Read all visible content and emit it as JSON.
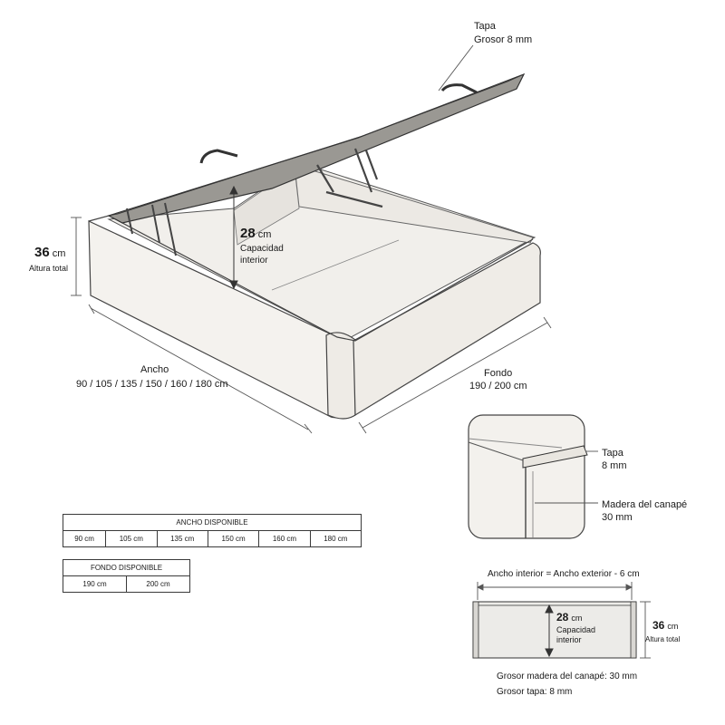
{
  "lid": {
    "title": "Tapa",
    "thickness": "Grosor 8 mm"
  },
  "height_total": {
    "value": "36",
    "unit": "cm",
    "label": "Altura total"
  },
  "capacity": {
    "value": "28",
    "unit": "cm",
    "label_line1": "Capacidad",
    "label_line2": "interior"
  },
  "width": {
    "title": "Ancho",
    "values": "90 / 105 / 135 / 150 / 160 / 180 cm"
  },
  "depth": {
    "title": "Fondo",
    "values": "190 / 200 cm"
  },
  "detail": {
    "lid_title": "Tapa",
    "lid_value": "8 mm",
    "wood_title": "Madera del canapé",
    "wood_value": "30 mm"
  },
  "width_table": {
    "header": "ANCHO DISPONIBLE",
    "values": [
      "90 cm",
      "105 cm",
      "135 cm",
      "150 cm",
      "160 cm",
      "180 cm"
    ]
  },
  "depth_table": {
    "header": "FONDO DISPONIBLE",
    "values": [
      "190 cm",
      "200 cm"
    ]
  },
  "section": {
    "inner_width_formula": "Ancho interior = Ancho exterior - 6 cm",
    "capacity_value": "28",
    "capacity_unit": "cm",
    "capacity_line1": "Capacidad",
    "capacity_line2": "interior",
    "height_value": "36",
    "height_unit": "cm",
    "height_label": "Altura total",
    "wood_thickness": "Grosor madera del canapé: 30 mm",
    "lid_thickness": "Grosor tapa: 8 mm"
  }
}
